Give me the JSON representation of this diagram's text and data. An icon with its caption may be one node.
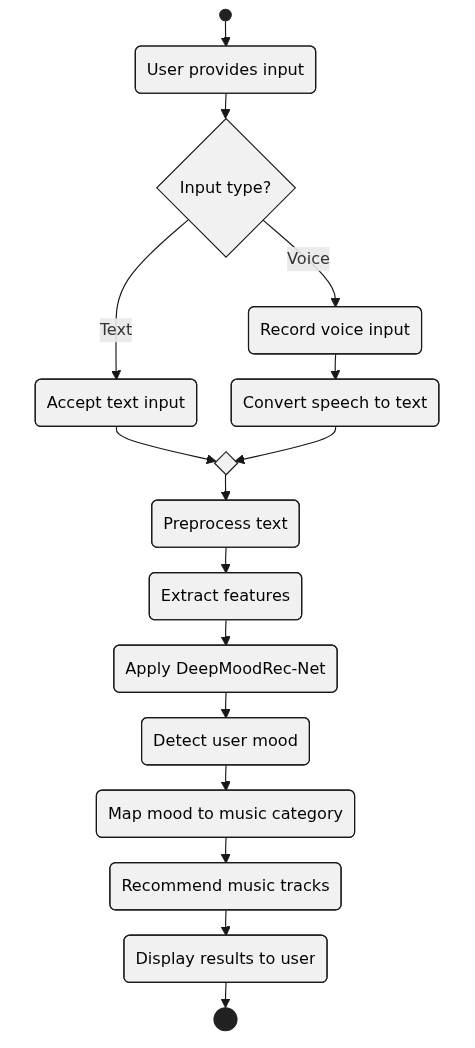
{
  "diagram": {
    "nodes": [
      {
        "text": [],
        "shape": "circle"
      },
      {
        "text": [
          "User provides input"
        ]
      },
      {
        "text": [
          "Input type?"
        ]
      },
      {
        "text": [
          "Accept text input"
        ]
      },
      {
        "text": [
          "Record voice input"
        ]
      },
      {
        "text": [
          "Convert speech to text"
        ]
      },
      {
        "text": [],
        "shape": "diamond"
      },
      {
        "text": [
          "Preprocess text"
        ]
      },
      {
        "text": [
          "Extract features"
        ]
      },
      {
        "text": [
          "Apply DeepMoodRec-Net"
        ]
      },
      {
        "text": [
          "Detect user mood"
        ]
      },
      {
        "text": [
          "Map mood to music category"
        ]
      },
      {
        "text": [
          "Recommend music tracks"
        ]
      },
      {
        "text": [
          "Display results to user"
        ]
      },
      {
        "text": [],
        "shape": "circle"
      }
    ],
    "edges": [
      {
        "from": 0,
        "to": 1,
        "arrow": "to"
      },
      {
        "from": 1,
        "to": 2,
        "arrow": "to"
      },
      {
        "from": 2,
        "to": 3,
        "arrow": "to",
        "label": "Text"
      },
      {
        "from": 2,
        "to": 4,
        "arrow": "to",
        "label": "Voice"
      },
      {
        "from": 4,
        "to": 5,
        "arrow": "to"
      },
      {
        "from": 3,
        "to": 6,
        "arrow": "to"
      },
      {
        "from": 5,
        "to": 6,
        "arrow": "to"
      },
      {
        "from": 6,
        "to": 7,
        "arrow": "to"
      },
      {
        "from": 7,
        "to": 8,
        "arrow": "to"
      },
      {
        "from": 8,
        "to": 9,
        "arrow": "to"
      },
      {
        "from": 9,
        "to": 10,
        "arrow": "to"
      },
      {
        "from": 10,
        "to": 11,
        "arrow": "to"
      },
      {
        "from": 11,
        "to": 12,
        "arrow": "to"
      },
      {
        "from": 12,
        "to": 13,
        "arrow": "to"
      },
      {
        "from": 13,
        "to": 14,
        "arrow": "to"
      }
    ]
  }
}
